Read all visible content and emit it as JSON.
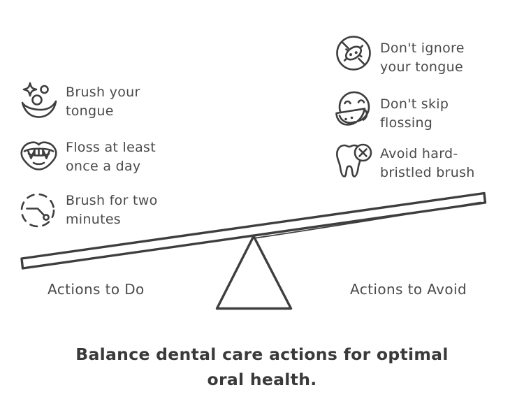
{
  "colors": {
    "background": "#ffffff",
    "ink": "#3e3e3e",
    "text": "#4a4a4a"
  },
  "caption": {
    "line1": "Balance dental care actions for optimal",
    "line2": "oral health."
  },
  "seesaw": {
    "left_label": "Actions to Do",
    "right_label": "Actions to Avoid"
  },
  "left": {
    "items": [
      {
        "icon": "sparkles-tongue-icon",
        "line1": "Brush your",
        "line2": "tongue"
      },
      {
        "icon": "mouth-fangs-icon",
        "line1": "Floss at least",
        "line2": "once a day"
      },
      {
        "icon": "timer-icon",
        "line1": "Brush for two",
        "line2": "minutes"
      }
    ]
  },
  "right": {
    "items": [
      {
        "icon": "no-bacteria-icon",
        "line1": "Don't ignore",
        "line2": "your tongue"
      },
      {
        "icon": "smiley-eating-icon",
        "line1": "Don't skip",
        "line2": "flossing"
      },
      {
        "icon": "tooth-crossed-icon",
        "line1": "Avoid hard-",
        "line2": "bristled brush"
      }
    ]
  }
}
